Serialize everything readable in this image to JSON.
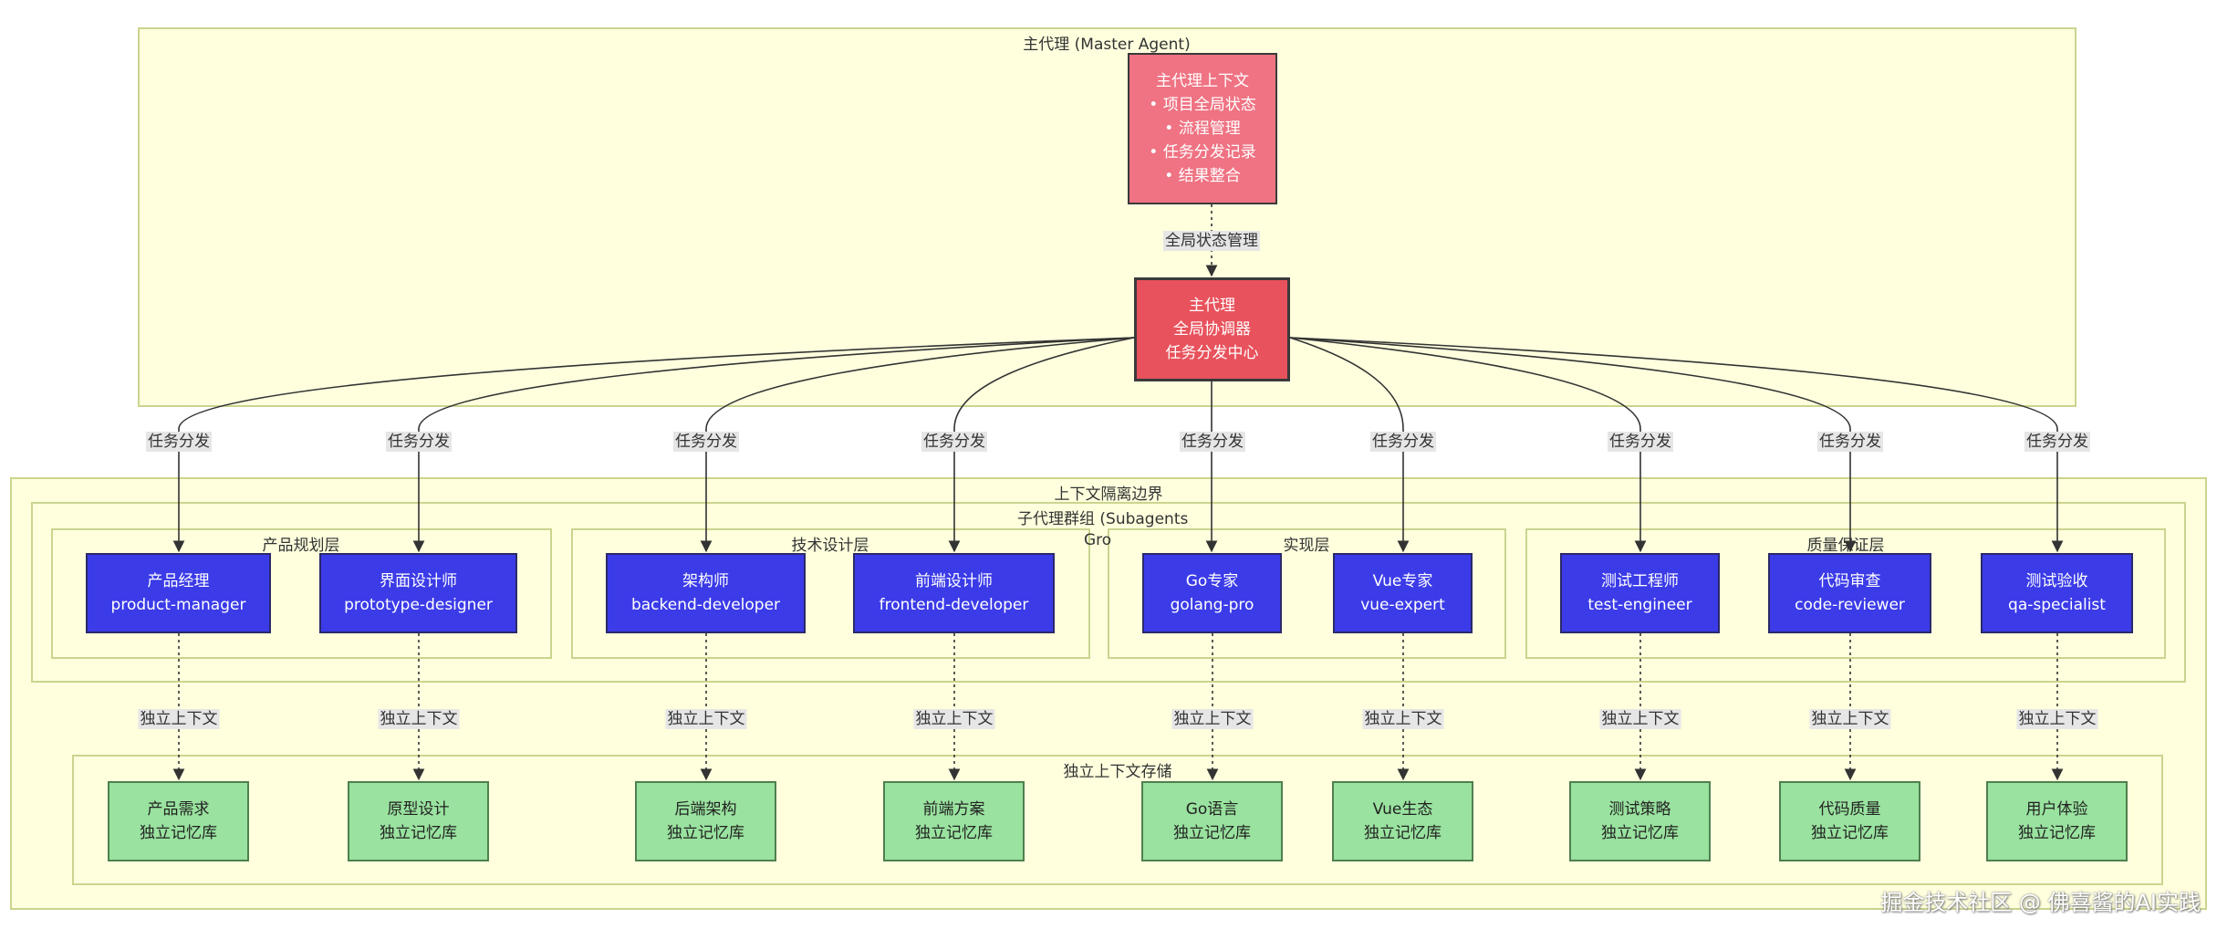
{
  "clusters": {
    "master_title": "主代理 (Master Agent)",
    "boundary_title": "上下文隔离边界",
    "subagents_title": "子代理群组 (Subagents",
    "subagents_title_overflow": "Gro",
    "product_title": "产品规划层",
    "tech_title": "技术设计层",
    "impl_title": "实现层",
    "qa_title": "质量保证层",
    "storage_title": "独立上下文存储"
  },
  "master_context": {
    "title": "主代理上下文",
    "items": [
      "• 项目全局状态",
      "• 流程管理",
      "• 任务分发记录",
      "• 结果整合"
    ]
  },
  "master_node": {
    "lines": [
      "主代理",
      "全局协调器",
      "任务分发中心"
    ]
  },
  "edge_labels": {
    "global_state": "全局状态管理",
    "dispatch": "任务分发",
    "isolated": "独立上下文"
  },
  "agents": [
    {
      "id": "pm",
      "name": "产品经理",
      "role": "product-manager"
    },
    {
      "id": "ui",
      "name": "界面设计师",
      "role": "prototype-designer"
    },
    {
      "id": "arch",
      "name": "架构师",
      "role": "backend-developer"
    },
    {
      "id": "fe",
      "name": "前端设计师",
      "role": "frontend-developer"
    },
    {
      "id": "go",
      "name": "Go专家",
      "role": "golang-pro"
    },
    {
      "id": "vue",
      "name": "Vue专家",
      "role": "vue-expert"
    },
    {
      "id": "test",
      "name": "测试工程师",
      "role": "test-engineer"
    },
    {
      "id": "review",
      "name": "代码审查",
      "role": "code-reviewer"
    },
    {
      "id": "qa",
      "name": "测试验收",
      "role": "qa-specialist"
    }
  ],
  "memories": [
    {
      "id": "pm",
      "topic": "产品需求",
      "label": "独立记忆库"
    },
    {
      "id": "ui",
      "topic": "原型设计",
      "label": "独立记忆库"
    },
    {
      "id": "arch",
      "topic": "后端架构",
      "label": "独立记忆库"
    },
    {
      "id": "fe",
      "topic": "前端方案",
      "label": "独立记忆库"
    },
    {
      "id": "go",
      "topic": "Go语言",
      "label": "独立记忆库"
    },
    {
      "id": "vue",
      "topic": "Vue生态",
      "label": "独立记忆库"
    },
    {
      "id": "test",
      "topic": "测试策略",
      "label": "独立记忆库"
    },
    {
      "id": "review",
      "topic": "代码质量",
      "label": "独立记忆库"
    },
    {
      "id": "qa",
      "topic": "用户体验",
      "label": "独立记忆库"
    }
  ],
  "watermark": "掘金技术社区 @ 佛喜酱的AI实践",
  "colors": {
    "cluster_fill": "#ffffde",
    "cluster_border": "#cbd48e",
    "context_node": "#ef7383",
    "master_node": "#e8525c",
    "agent_node": "#3b3be8",
    "memory_node": "#99e29f",
    "edge": "#333333"
  }
}
